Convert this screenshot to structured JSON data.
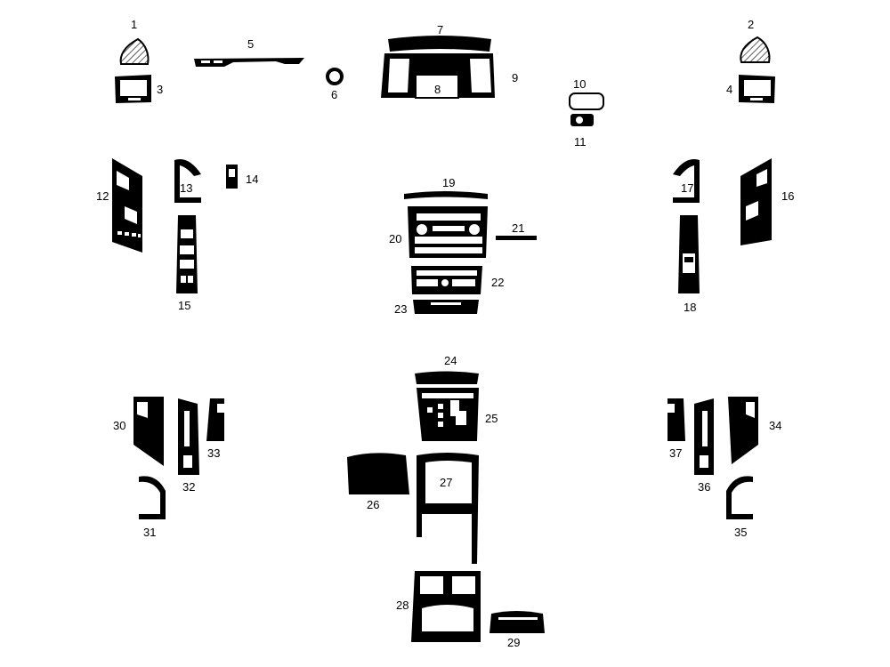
{
  "labels": {
    "n1": "1",
    "n2": "2",
    "n3": "3",
    "n4": "4",
    "n5": "5",
    "n6": "6",
    "n7": "7",
    "n8": "8",
    "n9": "9",
    "n10": "10",
    "n11": "11",
    "n12": "12",
    "n13": "13",
    "n14": "14",
    "n15": "15",
    "n16": "16",
    "n17": "17",
    "n18": "18",
    "n19": "19",
    "n20": "20",
    "n21": "21",
    "n22": "22",
    "n23": "23",
    "n24": "24",
    "n25": "25",
    "n26": "26",
    "n27": "27",
    "n28": "28",
    "n29": "29",
    "n30": "30",
    "n31": "31",
    "n32": "32",
    "n33": "33",
    "n34": "34",
    "n35": "35",
    "n36": "36",
    "n37": "37"
  },
  "colors": {
    "piece": "#000000",
    "background": "#ffffff",
    "hatch": "#000000"
  }
}
